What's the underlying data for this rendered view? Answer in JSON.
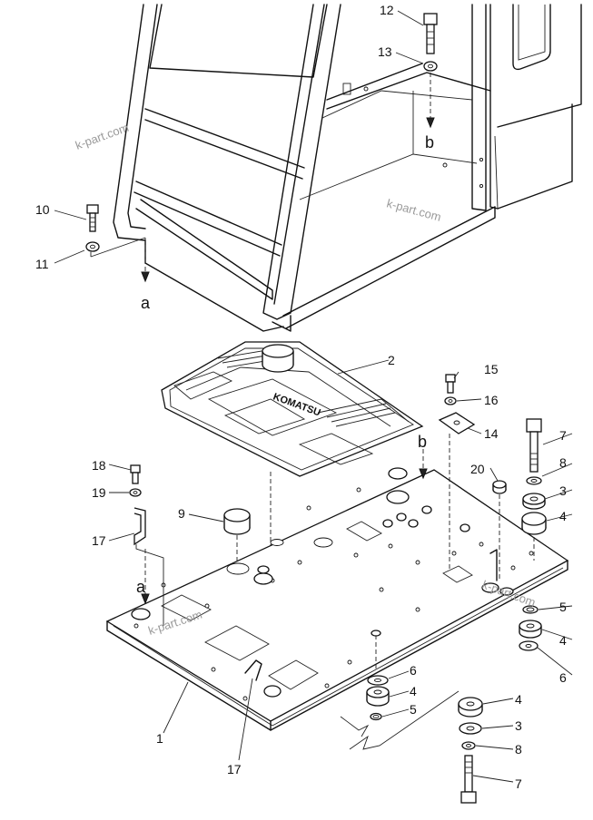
{
  "labels": {
    "l1": "1",
    "l2": "2",
    "l3a": "3",
    "l3b": "3",
    "l4a": "4",
    "l4b": "4",
    "l4c": "4",
    "l4d": "4",
    "l5a": "5",
    "l5b": "5",
    "l6a": "6",
    "l6b": "6",
    "l7a": "7",
    "l7b": "7",
    "l8a": "8",
    "l8b": "8",
    "l9": "9",
    "l10": "10",
    "l11": "11",
    "l12": "12",
    "l13": "13",
    "l14": "14",
    "l15": "15",
    "l16": "16",
    "l17a": "17",
    "l17b": "17",
    "l18": "18",
    "l19": "19",
    "l20": "20"
  },
  "refs": {
    "a1": "a",
    "a2": "a",
    "b1": "b",
    "b2": "b"
  },
  "watermarks": {
    "w1": "k-part.com",
    "w2": "k-part.com",
    "w3": "k-part.com",
    "w4": "k-part.com"
  },
  "mat_logo_text": "KOMATSU"
}
